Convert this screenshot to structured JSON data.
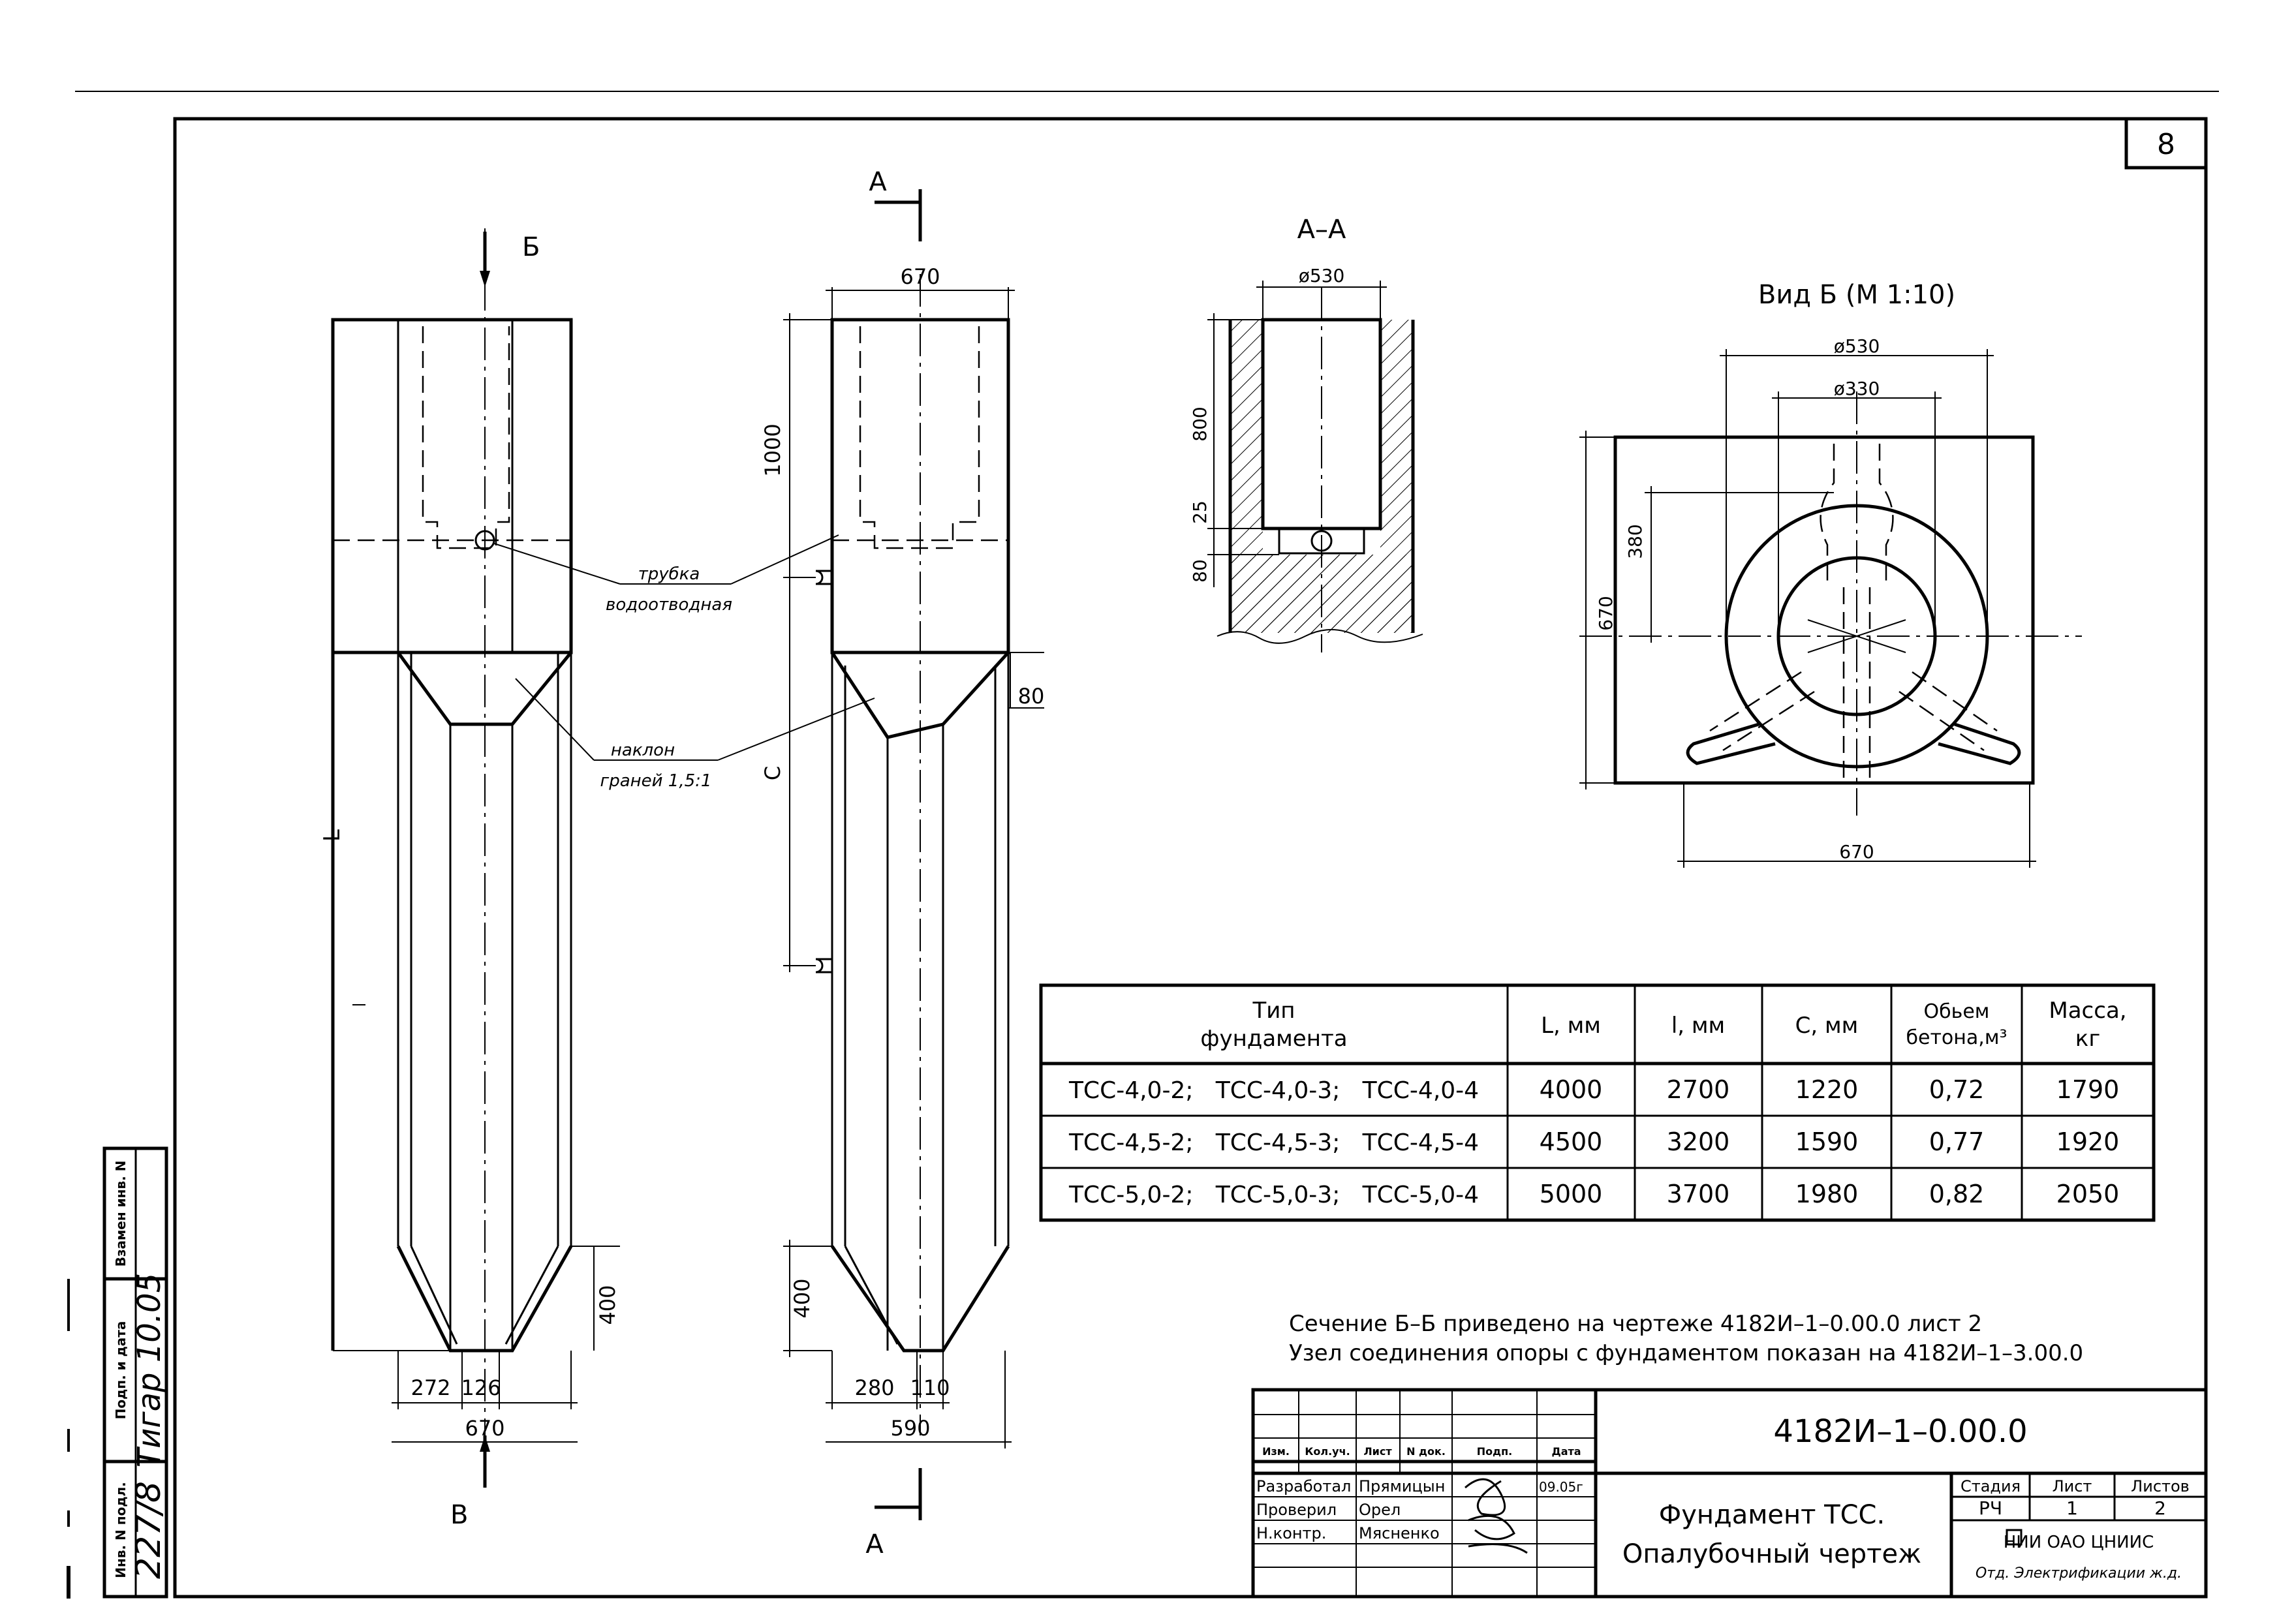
{
  "sheet_number": "8",
  "view_1": {
    "top_marker": "Б",
    "bottom_marker": "В",
    "dim_L": "L",
    "dim_l": "l",
    "dim_400": "400",
    "dim_272": "272",
    "dim_126": "126",
    "dim_670": "670"
  },
  "view_2": {
    "top_marker": "А",
    "bottom_marker": "А",
    "dim_670": "670",
    "dim_1000": "1000",
    "dim_C": "C",
    "dim_80": "80",
    "dim_400": "400",
    "dim_280": "280",
    "dim_110": "110",
    "dim_590": "590"
  },
  "callouts": {
    "pipe_line1": "трубка",
    "pipe_line2": "водоотводная",
    "slope_line1": "наклон",
    "slope_line2": "граней 1,5:1"
  },
  "section_aa": {
    "title": "А–А",
    "dim_dia": "ø530",
    "dim_800": "800",
    "dim_25": "25",
    "dim_80": "80"
  },
  "view_b": {
    "title": "Вид Б (М 1:10)",
    "dim_530": "ø530",
    "dim_330": "ø330",
    "dim_380": "380",
    "dim_670_v": "670",
    "dim_670_h": "670"
  },
  "table": {
    "headers": [
      "Тип\nфундамента",
      "L, мм",
      "l, мм",
      "C, мм",
      "Обьем\nбетона,м³",
      "Масса,\nкг"
    ],
    "rows": [
      [
        "ТСС-4,0-2;   ТСС-4,0-3;   ТСС-4,0-4",
        "4000",
        "2700",
        "1220",
        "0,72",
        "1790"
      ],
      [
        "ТСС-4,5-2;   ТСС-4,5-3;   ТСС-4,5-4",
        "4500",
        "3200",
        "1590",
        "0,77",
        "1920"
      ],
      [
        "ТСС-5,0-2;   ТСС-5,0-3;   ТСС-5,0-4",
        "5000",
        "3700",
        "1980",
        "0,82",
        "2050"
      ]
    ]
  },
  "notes": [
    "Сечение Б–Б приведено на чертеже 4182И–1–0.00.0 лист 2",
    "Узел соединения опоры с фундаментом показан на 4182И–1–3.00.0"
  ],
  "title_block": {
    "code": "4182И–1–0.00.0",
    "name_line1": "Фундамент ТСС.",
    "name_line2": "Опалубочный чертеж",
    "col_headers": [
      "Изм.",
      "Кол.уч.",
      "Лист",
      "N док.",
      "Подп.",
      "Дата"
    ],
    "roles": [
      "Разработал",
      "Проверил",
      "Н.контр."
    ],
    "persons": [
      "Прямицын",
      "Орел",
      "Мясненко"
    ],
    "date": "09.05г",
    "stage_label": "Стадия",
    "sheet_label": "Лист",
    "sheets_label": "Листов",
    "stage": "РЧ",
    "sheet": "1",
    "sheets": "2",
    "org_line1": "НИИ ОАО ЦНИИС",
    "org_line2": "Отд. Электрификации ж.д."
  },
  "side_stamp": {
    "labels": [
      "Инв. N подл.",
      "Подп. и дата",
      "Взамен инв. N"
    ],
    "inv_no": "227/8",
    "sign_date": "Тигар 10.05"
  }
}
